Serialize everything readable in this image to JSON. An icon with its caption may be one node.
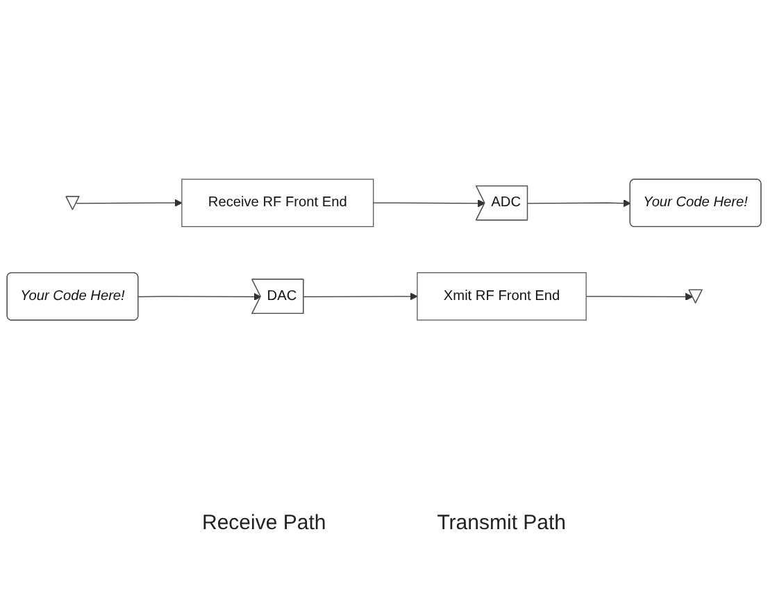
{
  "diagram": {
    "nodes": [
      {
        "text": [],
        "shape": "antenna"
      },
      {
        "text": [
          "Receive RF Front End"
        ]
      },
      {
        "text": [
          "ADC"
        ]
      },
      {
        "text": [
          "Your Code Here!"
        ]
      },
      {
        "text": [],
        "shape": "antenna"
      },
      {
        "text": [
          "Xmit RF Front End"
        ]
      },
      {
        "text": [
          "DAC"
        ]
      },
      {
        "text": [
          "Your Code Here!"
        ]
      }
    ],
    "edges": [
      {
        "from": 0,
        "to": 1,
        "arrow": "to"
      },
      {
        "from": 1,
        "to": 2,
        "arrow": "to"
      },
      {
        "from": 2,
        "to": 3,
        "arrow": "to"
      },
      {
        "from": 7,
        "to": 6,
        "arrow": "to"
      },
      {
        "from": 6,
        "to": 5,
        "arrow": "to"
      },
      {
        "from": 5,
        "to": 4,
        "arrow": "to"
      }
    ],
    "labels": [
      "Receive Path",
      "Transmit Path"
    ]
  }
}
